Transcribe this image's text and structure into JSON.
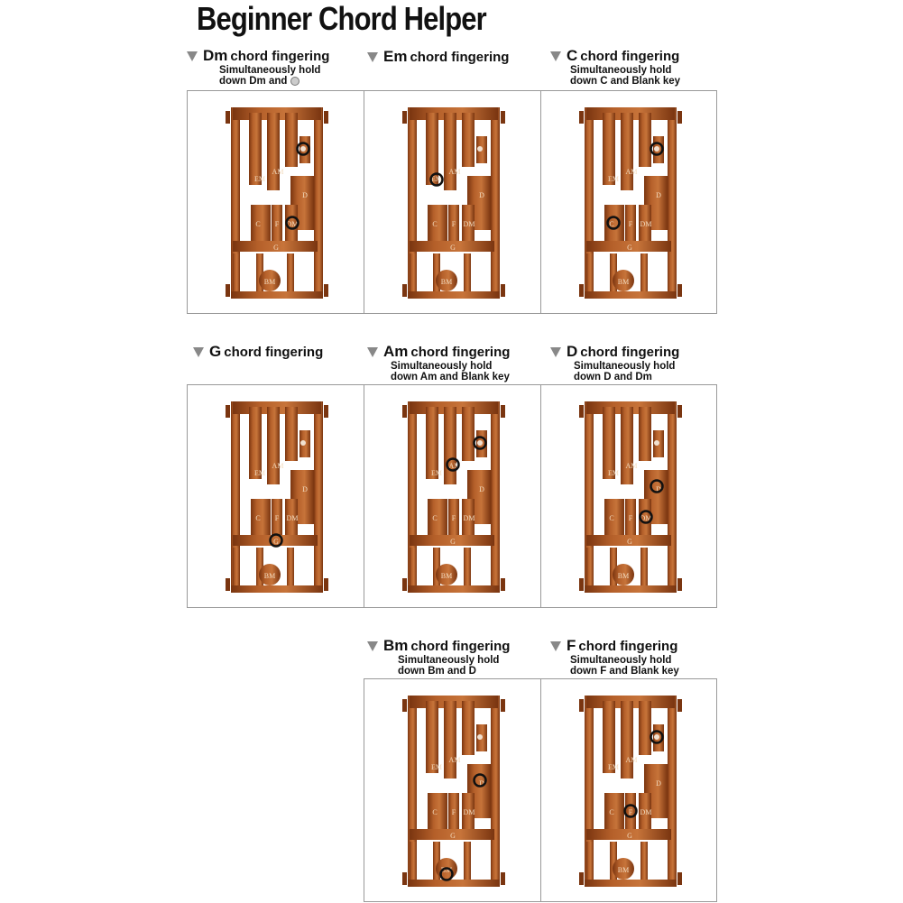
{
  "title": "Beginner Chord Helper",
  "note_word": "chord fingering",
  "key_labels": {
    "em": "EM",
    "am": "AM",
    "c": "C",
    "f": "F",
    "dm": "DM",
    "d": "D",
    "g": "G",
    "bm": "BM"
  },
  "panels": [
    {
      "chord": "Dm",
      "sub1": "Simultaneously hold",
      "sub2": "down Dm and",
      "has_dot": true,
      "circles": [
        "blank",
        "dm"
      ]
    },
    {
      "chord": "Em",
      "sub1": "",
      "sub2": "",
      "has_dot": false,
      "circles": [
        "em"
      ]
    },
    {
      "chord": "C",
      "sub1": "Simultaneously hold",
      "sub2": "down C and Blank key",
      "has_dot": false,
      "circles": [
        "c",
        "blank"
      ]
    },
    {
      "chord": "G",
      "sub1": "",
      "sub2": "",
      "has_dot": false,
      "circles": [
        "g"
      ]
    },
    {
      "chord": "Am",
      "sub1": "Simultaneously hold",
      "sub2": "down Am and Blank key",
      "has_dot": false,
      "circles": [
        "am",
        "blank"
      ]
    },
    {
      "chord": "D",
      "sub1": "Simultaneously hold",
      "sub2": "down D and Dm",
      "has_dot": false,
      "circles": [
        "d",
        "dm"
      ]
    },
    {
      "chord": "Bm",
      "sub1": "Simultaneously hold",
      "sub2": "down Bm and D",
      "has_dot": false,
      "circles": [
        "bm",
        "d"
      ]
    },
    {
      "chord": "F",
      "sub1": "Simultaneously hold",
      "sub2": "down F and Blank key",
      "has_dot": false,
      "circles": [
        "f",
        "blank"
      ]
    }
  ],
  "colors": {
    "wood": "#b5602a",
    "wood_dark": "#7a3510",
    "ring": "#111111",
    "label": "#f3dcc0"
  }
}
